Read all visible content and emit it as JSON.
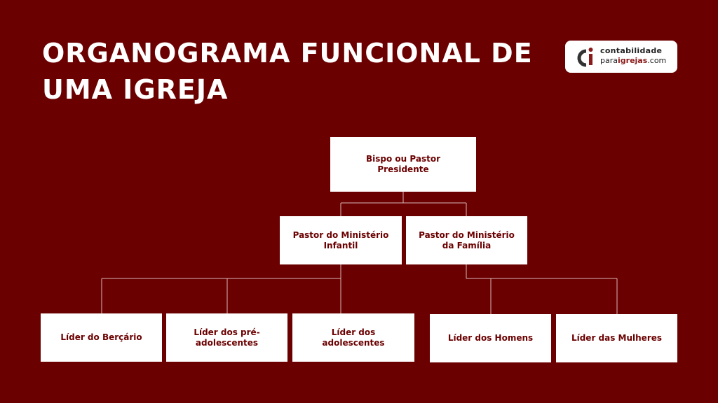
{
  "title": {
    "line1": "ORGANOGRAMA FUNCIONAL DE",
    "line2": "UMA IGREJA"
  },
  "logo": {
    "mark": "ci",
    "line1": "contabilidade",
    "line2_pre": "para",
    "line2_bold": "igrejas",
    "line2_post": ".com"
  },
  "org": {
    "root": "Bispo ou Pastor Presidente",
    "infantil": "Pastor do Ministério Infantil",
    "familia": "Pastor do Ministério da Família",
    "bercario": "Líder do Berçário",
    "pre_adolescentes": "Líder dos pré-adolescentes",
    "adolescentes": "Líder dos adolescentes",
    "homens": "Líder dos Homens",
    "mulheres": "Líder das Mulheres"
  },
  "colors": {
    "background": "#6b0000",
    "node": "#ffffff",
    "node_text": "#6b0000",
    "connector": "#d8b8b8"
  }
}
